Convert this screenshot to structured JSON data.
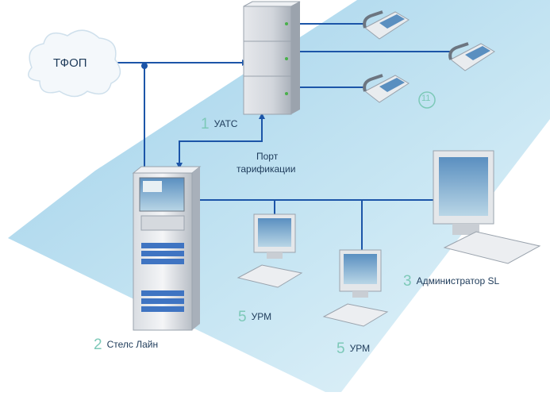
{
  "diagram": {
    "title": "",
    "colors": {
      "plane": "#bfe0f0",
      "plane_dark": "#8ec7e6",
      "line": "#1c55a8",
      "number": "#7dc9b8",
      "label": "#1e3b5a"
    },
    "nodes": {
      "pstn": {
        "label": "ТФОП"
      },
      "pbx": {
        "number": "1",
        "label": "УАТС"
      },
      "server": {
        "number": "2",
        "label": "Стелс Лайн"
      },
      "admin": {
        "number": "3",
        "label": "Администратор SL"
      },
      "workstation_1": {
        "number": "5",
        "label": "УРМ"
      },
      "workstation_2": {
        "number": "5",
        "label": "УРМ"
      },
      "phones": {
        "number": "11",
        "label": ""
      },
      "billing_port": {
        "label_line1": "Порт",
        "label_line2": "тарификации"
      }
    },
    "edges": [
      {
        "from": "pstn",
        "to": "pbx"
      },
      {
        "from": "pstn",
        "to": "server"
      },
      {
        "from": "pbx",
        "to": "server",
        "label": "Порт тарификации"
      },
      {
        "from": "pbx",
        "to": "phones"
      },
      {
        "from": "server",
        "to": "admin"
      },
      {
        "from": "server",
        "to": "workstation_1"
      },
      {
        "from": "server",
        "to": "workstation_2"
      }
    ]
  }
}
